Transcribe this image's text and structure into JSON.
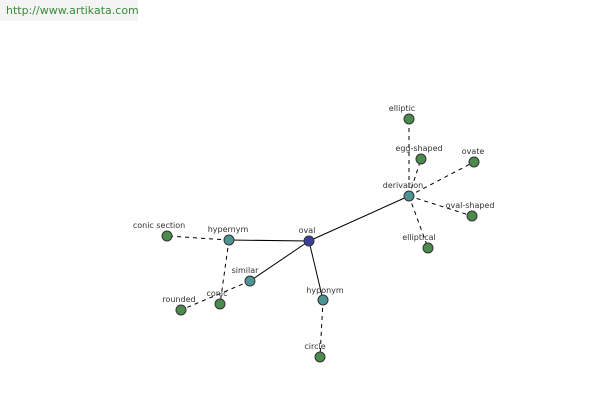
{
  "header": {
    "site_url": "http://www.artikata.com"
  },
  "graph": {
    "colors": {
      "root": "#3a3f9a",
      "relation": "#4d9494",
      "word": "#4d8a4d"
    },
    "nodes": [
      {
        "id": "oval",
        "label": "oval",
        "kind": "root"
      },
      {
        "id": "hypernym",
        "label": "hypernym",
        "kind": "relation"
      },
      {
        "id": "similar",
        "label": "similar",
        "kind": "relation"
      },
      {
        "id": "hyponym",
        "label": "hyponym",
        "kind": "relation"
      },
      {
        "id": "derivation",
        "label": "derivation",
        "kind": "relation"
      },
      {
        "id": "conic-section",
        "label": "conic section",
        "kind": "word"
      },
      {
        "id": "conic",
        "label": "conic",
        "kind": "word"
      },
      {
        "id": "rounded",
        "label": "rounded",
        "kind": "word"
      },
      {
        "id": "circle",
        "label": "circle",
        "kind": "word"
      },
      {
        "id": "elliptic",
        "label": "elliptic",
        "kind": "word"
      },
      {
        "id": "egg-shaped",
        "label": "egg-shaped",
        "kind": "word"
      },
      {
        "id": "ovate",
        "label": "ovate",
        "kind": "word"
      },
      {
        "id": "oval-shaped",
        "label": "oval-shaped",
        "kind": "word"
      },
      {
        "id": "elliptical",
        "label": "elliptical",
        "kind": "word"
      }
    ],
    "edges": [
      {
        "from": "oval",
        "to": "hypernym",
        "style": "solid"
      },
      {
        "from": "oval",
        "to": "similar",
        "style": "solid"
      },
      {
        "from": "oval",
        "to": "hyponym",
        "style": "solid"
      },
      {
        "from": "oval",
        "to": "derivation",
        "style": "solid"
      },
      {
        "from": "hypernym",
        "to": "conic-section",
        "style": "dashed"
      },
      {
        "from": "hypernym",
        "to": "conic",
        "style": "dashed"
      },
      {
        "from": "similar",
        "to": "rounded",
        "style": "dashed"
      },
      {
        "from": "hyponym",
        "to": "circle",
        "style": "dashed"
      },
      {
        "from": "derivation",
        "to": "elliptic",
        "style": "dashed"
      },
      {
        "from": "derivation",
        "to": "egg-shaped",
        "style": "dashed"
      },
      {
        "from": "derivation",
        "to": "ovate",
        "style": "dashed"
      },
      {
        "from": "derivation",
        "to": "oval-shaped",
        "style": "dashed"
      },
      {
        "from": "derivation",
        "to": "elliptical",
        "style": "dashed"
      }
    ]
  }
}
